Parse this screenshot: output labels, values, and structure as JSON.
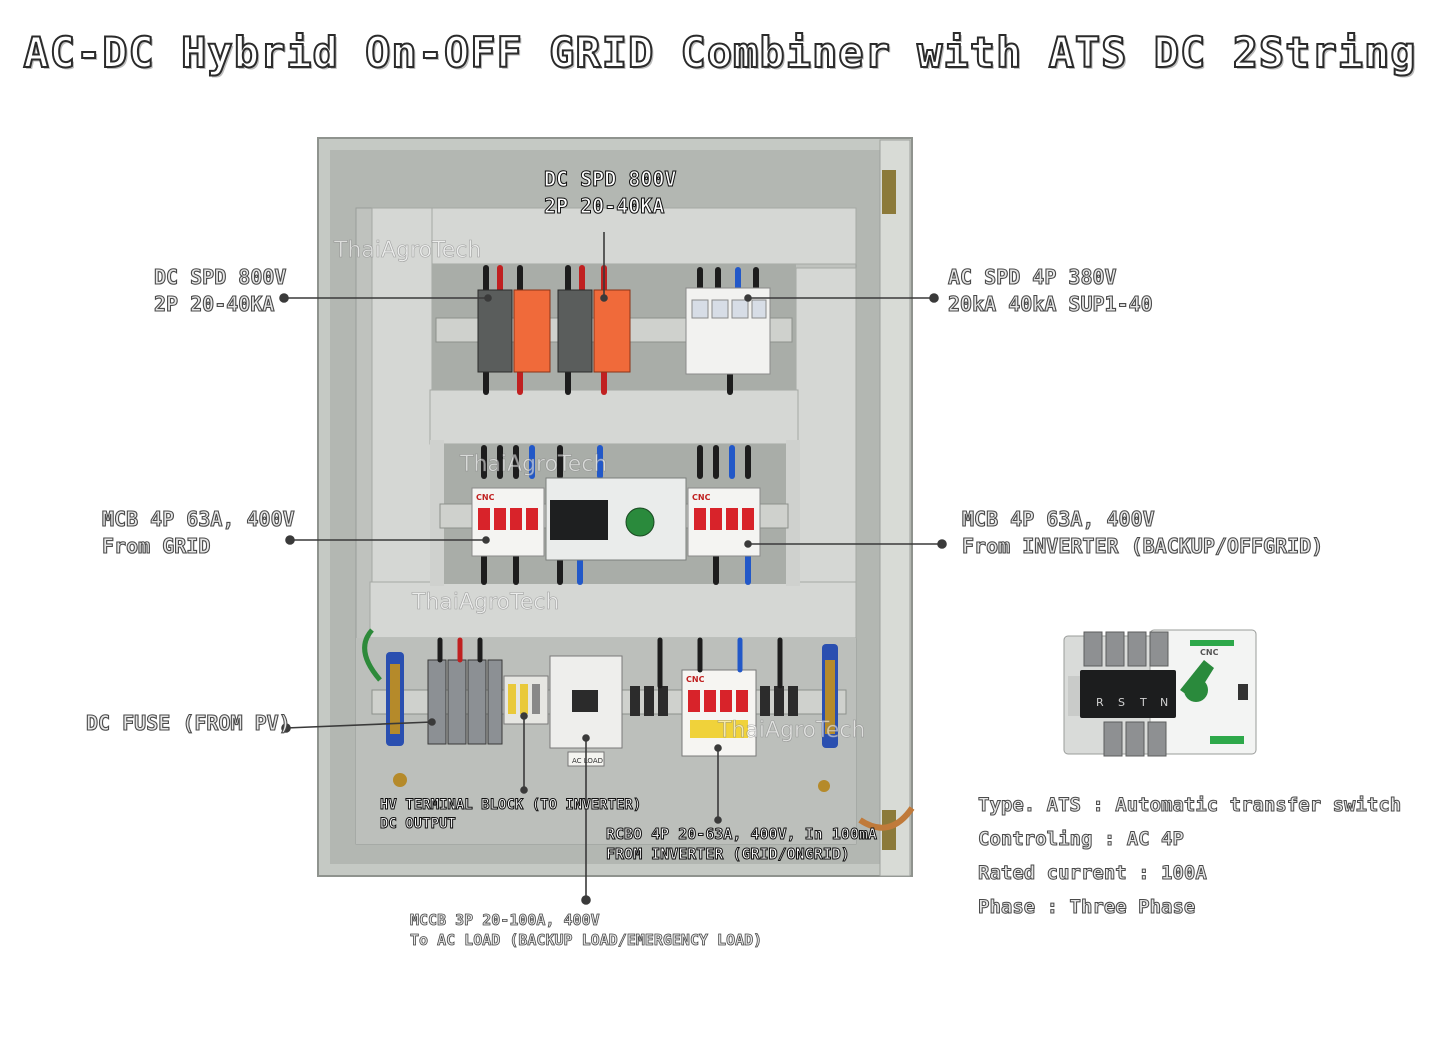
{
  "title": "AC-DC Hybrid On-OFF GRID Combiner with ATS DC 2String",
  "watermark": "ThaiAgroTech",
  "labels": {
    "dc_spd_top": [
      "DC SPD 800V",
      "2P 20-40KA"
    ],
    "dc_spd_left": [
      "DC SPD 800V",
      "2P 20-40KA"
    ],
    "ac_spd": [
      "AC SPD 4P 380V",
      "20kA 40kA SUP1-40"
    ],
    "mcb_grid": [
      "MCB 4P 63A, 400V",
      "From GRID"
    ],
    "mcb_inverter": [
      "MCB 4P 63A, 400V",
      "From INVERTER (BACKUP/OFFGRID)"
    ],
    "dc_fuse": [
      "DC FUSE (FROM PV)"
    ],
    "hv_terminal": [
      "HV TERMINAL BLOCK (TO INVERTER)",
      "DC OUTPUT"
    ],
    "rcbo": [
      "RCBO 4P 20-63A, 400V, In 100mA",
      "FROM INVERTER  (GRID/ONGRID)"
    ],
    "mccb": [
      "MCCB 3P 20-100A, 400V",
      "To AC LOAD (BACKUP LOAD/EMERGENCY LOAD)"
    ]
  },
  "ats_panel": {
    "letters": [
      "R",
      "S",
      "T",
      "N"
    ],
    "brand": "CNC"
  },
  "breaker_brand": "CNC",
  "mccb_tag": "AC LOAD",
  "specs": [
    "Type. ATS : Automatic transfer switch",
    "Controling : AC 4P",
    "Rated current : 100A",
    "Phase : Three Phase"
  ],
  "colors": {
    "enclosure": "#c9cdc8",
    "backplate": "#b6bab5",
    "duct": "#d4d6d3",
    "spd_dc": "#f06a3a",
    "breaker_red": "#d8232a"
  }
}
